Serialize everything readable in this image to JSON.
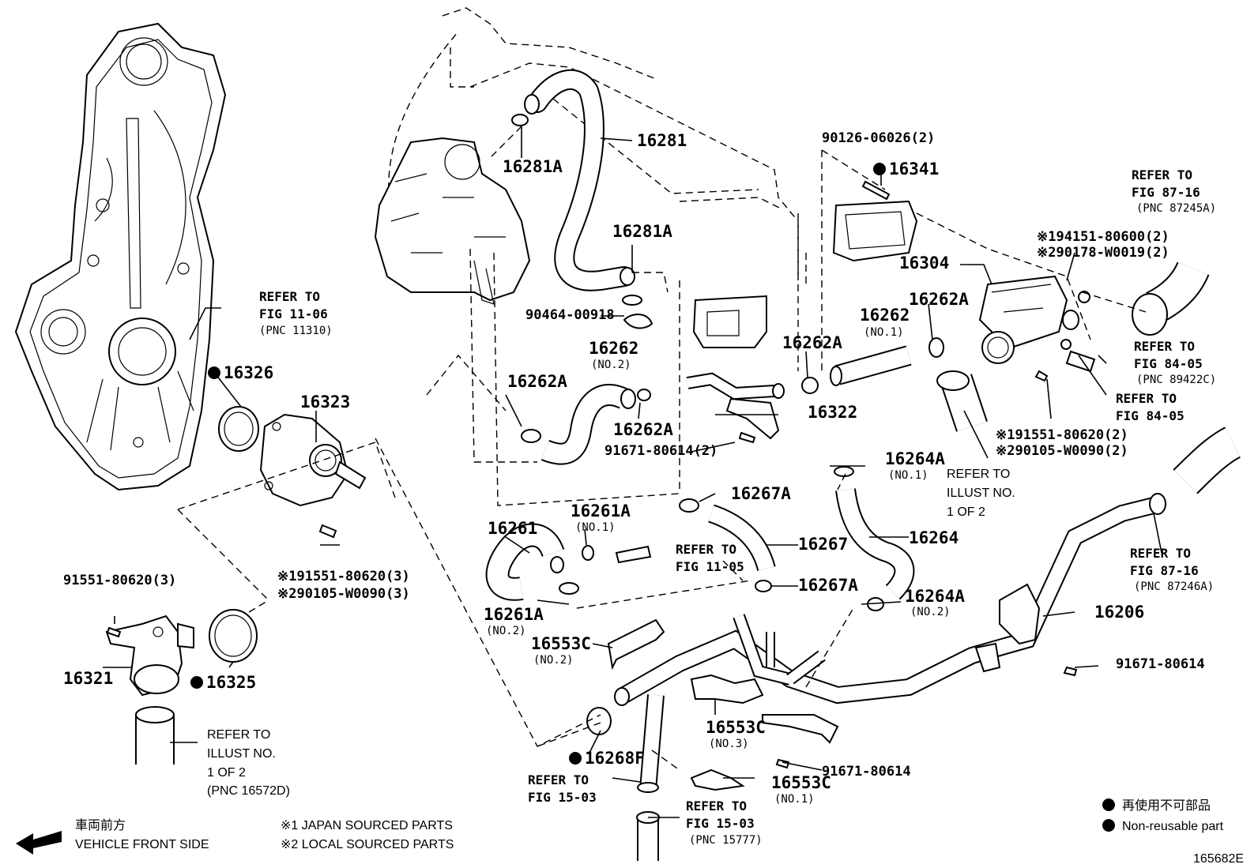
{
  "labels": {
    "p16281": "16281",
    "p16281A_top": "16281A",
    "p16281A_mid": "16281A",
    "p90464": "90464-00918",
    "p16262_no2": "16262",
    "no2_a": "(NO.2)",
    "p16262A_a": "16262A",
    "p16262A_b": "16262A",
    "p91671_2": "91671-80614(2)",
    "p90126": "90126-06026(2)",
    "p16341": "16341",
    "p16304": "16304",
    "p16262A_c": "16262A",
    "p16262": "16262",
    "no1_a": "(NO.1)",
    "p16262A_d": "16262A",
    "p16322": "16322",
    "p16326": "16326",
    "p16323": "16323",
    "p16264A_1": "16264A",
    "no1_b": "(NO.1)",
    "p16264": "16264",
    "p16264A_2": "16264A",
    "no2_b": "(NO.2)",
    "p16261": "16261",
    "p16261A_1": "16261A",
    "no1_c": "(NO.1)",
    "p16261A_2": "16261A",
    "no2_c": "(NO.2)",
    "p16267A_1": "16267A",
    "p16267": "16267",
    "p16267A_2": "16267A",
    "p16553C_2": "16553C",
    "no2_d": "(NO.2)",
    "p16553C_3": "16553C",
    "no3": "(NO.3)",
    "p16553C_1": "16553C",
    "no1_d": "(NO.1)",
    "p16268F": "16268F",
    "p16206": "16206",
    "p91671_a": "91671-80614",
    "p91671_b": "91671-80614",
    "p91551": "91551-80620(3)",
    "p16321": "16321",
    "p16325": "16325",
    "s191551_3": "※191551-80620(3)",
    "s290105_3": "※290105-W0090(3)",
    "s194151": "※194151-80600(2)",
    "s290178": "※290178-W0019(2)",
    "s191551_2": "※191551-80620(2)",
    "s290105_2": "※290105-W0090(2)"
  },
  "refs": {
    "r1_06_a": "REFER TO",
    "r1_06_b": "FIG 11-06",
    "r1_06_c": "(PNC 11310)",
    "r87_16a_a": "REFER TO",
    "r87_16a_b": "FIG 87-16",
    "r87_16a_c": "(PNC 87245A)",
    "r84_05a_a": "REFER TO",
    "r84_05a_b": "FIG 84-05",
    "r84_05a_c": "(PNC 89422C)",
    "r84_05b_a": "REFER TO",
    "r84_05b_b": "FIG 84-05",
    "rill_a": "REFER TO",
    "rill_b": "ILLUST NO.",
    "rill_c": "1 OF 2",
    "r11_05_a": "REFER TO",
    "r11_05_b": "FIG 11-05",
    "r87_16b_a": "REFER TO",
    "r87_16b_b": "FIG 87-16",
    "r87_16b_c": "(PNC 87246A)",
    "rill2_a": "REFER TO",
    "rill2_b": "ILLUST NO.",
    "rill2_c": "1 OF 2",
    "rill2_d": "(PNC 16572D)",
    "r15_03a_a": "REFER TO",
    "r15_03a_b": "FIG 15-03",
    "r15_03b_a": "REFER TO",
    "r15_03b_b": "FIG 15-03",
    "r15_03b_c": "(PNC 15777)"
  },
  "footer": {
    "front_jp": "車両前方",
    "front_en": "VEHICLE FRONT SIDE",
    "note1": "※1 JAPAN SOURCED PARTS",
    "note2": "※2 LOCAL SOURCED PARTS",
    "legend_jp": "再使用不可部品",
    "legend_en": "Non-reusable part",
    "diagram_code": "165682E"
  }
}
